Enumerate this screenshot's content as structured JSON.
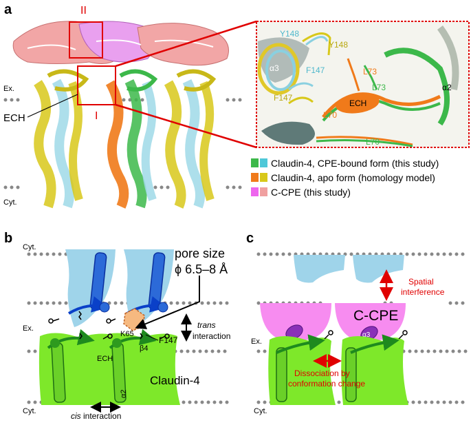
{
  "panels": {
    "a": {
      "letter": "a",
      "roman_ii": "II",
      "roman_i": "I",
      "ex": "Ex.",
      "cyt": "Cyt.",
      "ech": "ECH",
      "inset": {
        "y148_blue": "Y148",
        "y148_yellow": "Y148",
        "alpha3": "α3",
        "f147_blue": "F147",
        "l73_orange": "L73",
        "l73_green": "L73",
        "alpha2": "α2",
        "f147_yellow": "F147",
        "ech": "ECH",
        "l70_orange": "L70",
        "l70_green": "L70"
      },
      "legend": [
        {
          "text": "Claudin-4, CPE-bound form (this study)",
          "c1": "#3cb84a",
          "c2": "#4fc8d8"
        },
        {
          "text": "Claudin-4, apo form (homology model)",
          "c1": "#f07a1a",
          "c2": "#d8c81a"
        },
        {
          "text": "C-CPE (this study)",
          "c1": "#ee66ee",
          "c2": "#f0a0a0"
        }
      ]
    },
    "b": {
      "letter": "b",
      "cyt_top": "Cyt.",
      "pore1": "pore size",
      "pore2": "ϕ 6.5–8 Å",
      "ex": "Ex.",
      "trans1": "trans",
      "trans2": "interaction",
      "k65": "K65",
      "f147": "F147",
      "ech": "ECH",
      "beta4": "β4",
      "claudin": "Claudin-4",
      "alpha2": "α2",
      "cyt_bottom": "Cyt.",
      "cis1": "cis",
      "cis2": " interaction"
    },
    "c": {
      "letter": "c",
      "spatial1": "Spatial",
      "spatial2": "interference",
      "ccpe": "C-CPE",
      "ex": "Ex.",
      "alpha3": "α3",
      "dissoc1": "Dissociation by",
      "dissoc2": "conformation change",
      "cyt": "Cyt."
    }
  },
  "colors": {
    "red": "#e00000",
    "claudin_green": "#7ee82a",
    "cpe_blue": "#9fd4ea",
    "cpe_pink": "#f78cf0"
  }
}
